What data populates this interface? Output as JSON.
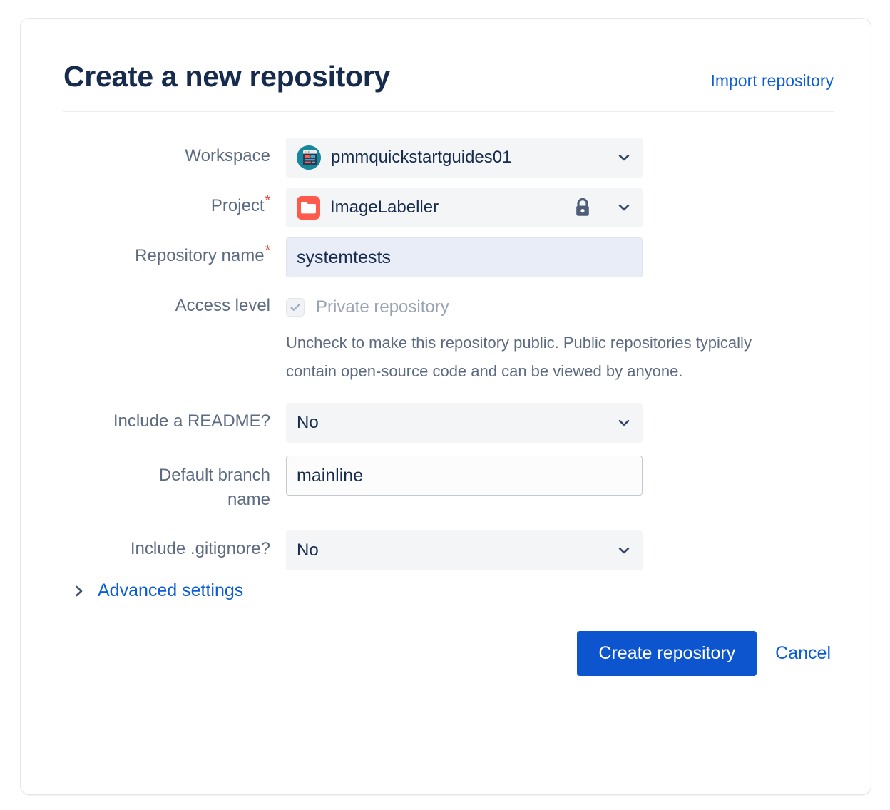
{
  "header": {
    "title": "Create a new repository",
    "import_link": "Import repository"
  },
  "form": {
    "workspace": {
      "label": "Workspace",
      "value": "pmmquickstartguides01",
      "avatar_icon": "workspace-avatar-icon",
      "chevron_icon": "chevron-down-icon"
    },
    "project": {
      "label": "Project",
      "required_marker": "*",
      "value": "ImageLabeller",
      "avatar_icon": "project-folder-icon",
      "lock_icon": "lock-icon",
      "chevron_icon": "chevron-down-icon"
    },
    "repository_name": {
      "label": "Repository name",
      "required_marker": "*",
      "value": "systemtests",
      "placeholder": ""
    },
    "access_level": {
      "label": "Access level",
      "checkbox_label": "Private repository",
      "checked": true,
      "checkbox_icon": "check-icon",
      "help_text": "Uncheck to make this repository public. Public repositories typically contain open-source code and can be viewed by anyone."
    },
    "include_readme": {
      "label": "Include a README?",
      "value": "No",
      "chevron_icon": "chevron-down-icon"
    },
    "default_branch": {
      "label_line1": "Default branch",
      "label_line2": "name",
      "value": "mainline",
      "placeholder": ""
    },
    "include_gitignore": {
      "label": "Include .gitignore?",
      "value": "No",
      "chevron_icon": "chevron-down-icon"
    },
    "advanced_settings": {
      "label": "Advanced settings",
      "chevron_icon": "chevron-right-icon"
    }
  },
  "actions": {
    "submit_label": "Create repository",
    "cancel_label": "Cancel"
  },
  "colors": {
    "accent_blue": "#0c55cf",
    "link_blue": "#0b5cd5",
    "title_navy": "#172b4d",
    "label_grey": "#5d6b82",
    "required_red": "#e34935",
    "field_grey": "#f4f5f7",
    "field_focus": "#e9edf7",
    "project_icon_red": "#ff5b4d",
    "workspace_avatar_teal": "#17879c"
  }
}
